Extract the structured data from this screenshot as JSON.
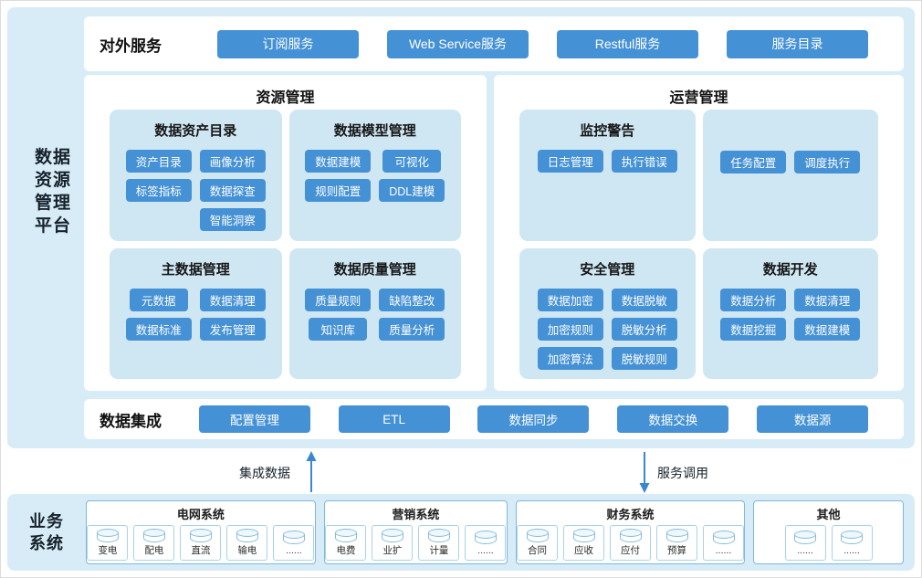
{
  "platform": {
    "title_lines": [
      "数据",
      "资源",
      "管理",
      "平台"
    ],
    "external_services": {
      "label": "对外服务",
      "buttons": [
        "订阅服务",
        "Web Service服务",
        "Restful服务",
        "服务目录"
      ]
    },
    "resource_mgmt": {
      "title": "资源管理",
      "panels": [
        {
          "title": "数据资产目录",
          "items": [
            "资产目录",
            "画像分析",
            "标签指标",
            "数据探查",
            "智能洞察"
          ]
        },
        {
          "title": "数据模型管理",
          "items": [
            "数据建模",
            "可视化",
            "规则配置",
            "DDL建模"
          ]
        },
        {
          "title": "主数据管理",
          "items": [
            "元数据",
            "数据清理",
            "数据标准",
            "发布管理"
          ]
        },
        {
          "title": "数据质量管理",
          "items": [
            "质量规则",
            "缺陷整改",
            "知识库",
            "质量分析"
          ]
        }
      ]
    },
    "operation_mgmt": {
      "title": "运营管理",
      "monitor": {
        "title": "监控警告",
        "items": [
          "日志管理",
          "执行错误"
        ]
      },
      "schedule": {
        "items": [
          "任务配置",
          "调度执行"
        ]
      },
      "security": {
        "title": "安全管理",
        "items": [
          "数据加密",
          "数据脱敏",
          "加密规则",
          "脱敏分析",
          "加密算法",
          "脱敏规则"
        ]
      },
      "development": {
        "title": "数据开发",
        "items": [
          "数据分析",
          "数据清理",
          "数据挖掘",
          "数据建模"
        ]
      }
    },
    "integration": {
      "label": "数据集成",
      "buttons": [
        "配置管理",
        "ETL",
        "数据同步",
        "数据交换",
        "数据源"
      ]
    }
  },
  "arrows": {
    "up_label": "集成数据",
    "down_label": "服务调用"
  },
  "business": {
    "title_lines": [
      "业务",
      "系统"
    ],
    "systems": [
      {
        "title": "电网系统",
        "items": [
          "变电",
          "配电",
          "直流",
          "输电",
          "......"
        ]
      },
      {
        "title": "营销系统",
        "items": [
          "电费",
          "业扩",
          "计量",
          "......"
        ]
      },
      {
        "title": "财务系统",
        "items": [
          "合同",
          "应收",
          "应付",
          "预算",
          "......"
        ]
      },
      {
        "title": "其他",
        "items": [
          "......",
          "......"
        ]
      }
    ]
  },
  "colors": {
    "container_bg": "#d8ecf7",
    "card_bg": "#ffffff",
    "module_bg": "#cfe7f3",
    "chip_bg": "#4591d5",
    "chip_text": "#ffffff",
    "system_border": "#7db8dd",
    "item_border": "#a9d2e9",
    "arrow_blue": "#3a87cf",
    "title_text": "#16212b"
  }
}
